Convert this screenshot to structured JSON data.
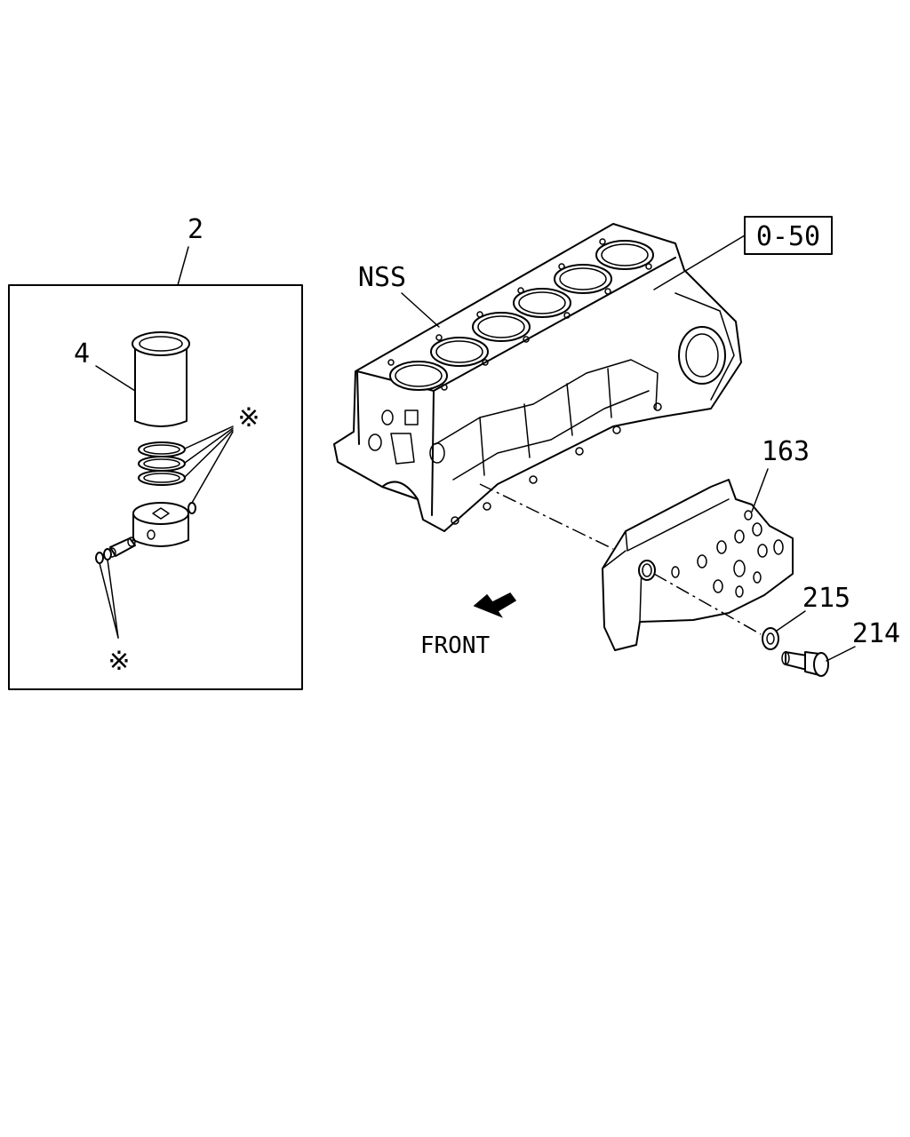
{
  "labels": {
    "kit": "2",
    "liner": "4",
    "note_mark_upper": "※",
    "note_mark_lower": "※",
    "block": "NSS",
    "ref_box": "0-50",
    "cover": "163",
    "washer": "215",
    "bolt": "214",
    "front": "FRONT"
  }
}
